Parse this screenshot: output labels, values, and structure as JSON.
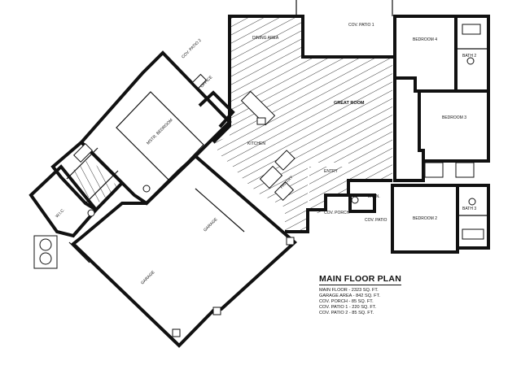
{
  "plan_title": "MAIN FLOOR PLAN",
  "areas": [
    "MAIN FLOOR - 2323 SQ. FT.",
    "GARAGE AREA - 842 SQ. FT.",
    "COV. PORCH - 85 SQ. FT.",
    "COV. PATIO 1 - 220 SQ. FT.",
    "COV. PATIO 2 - 85 SQ. FT."
  ],
  "rooms": {
    "cov_patio_1": "COV. PATIO 1",
    "cov_patio_2": "COV. PATIO 2",
    "dining": "DINING AREA",
    "great_room": "GREAT ROOM",
    "kitchen": "KITCHEN",
    "master": "MSTR. BEDROOM",
    "bedroom_4": "BEDROOM 4",
    "bedroom_3": "BEDROOM 3",
    "bedroom_2": "BEDROOM 2",
    "bath_2": "BATH 2",
    "bath_3": "BATH 3",
    "garage_1": "GARAGE",
    "garage_2": "GARAGE",
    "entry": "ENTRY",
    "cov_porch": "COV. PORCH",
    "cov_patio_small": "COV. PATIO",
    "pantry": "PANTRY",
    "laundry": "LAUN.",
    "office": "OFFICE",
    "wic": "W.I.C."
  }
}
